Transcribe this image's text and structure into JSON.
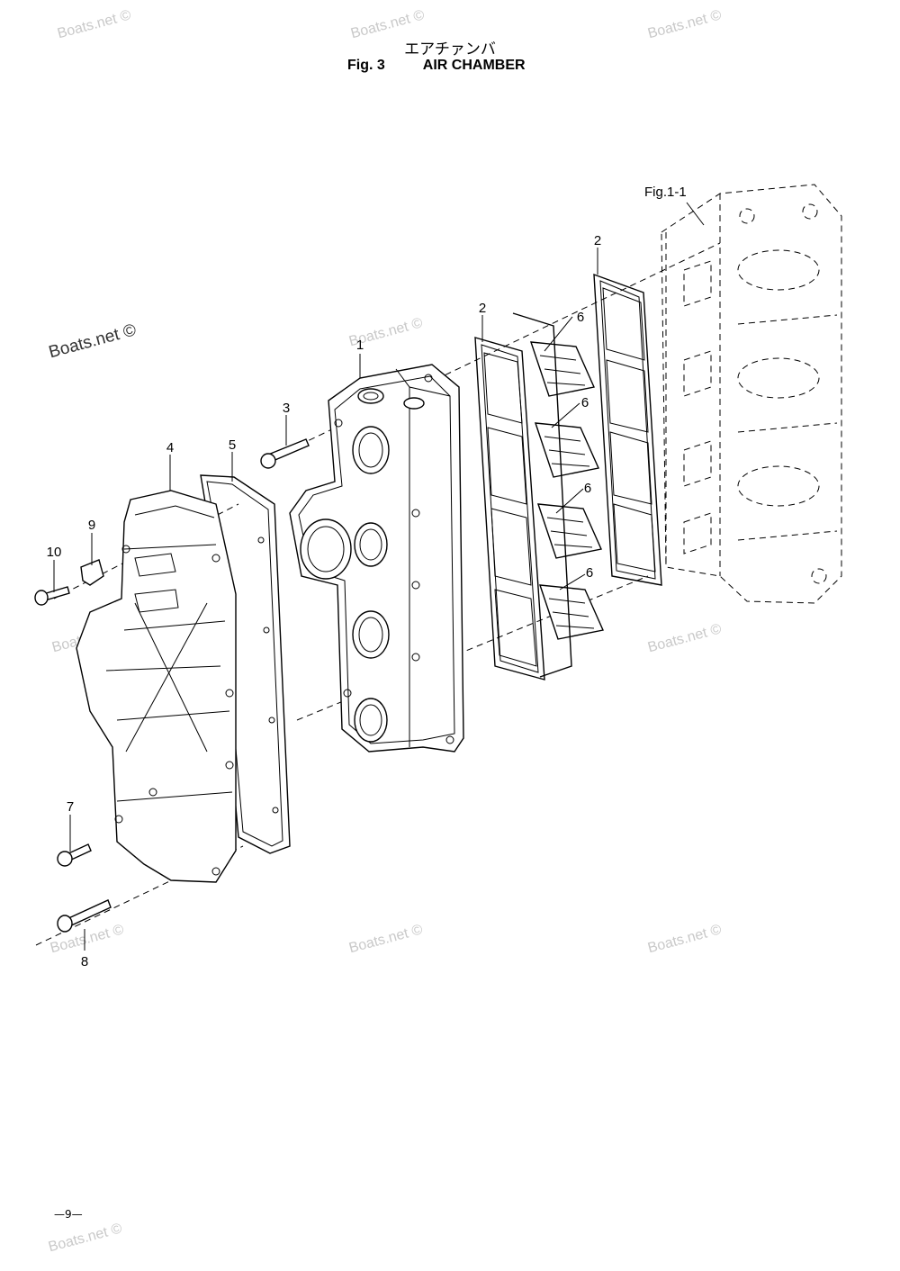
{
  "header": {
    "japanese_title": "エアチァンバ",
    "fig_label": "Fig. 3",
    "fig_title": "AIR CHAMBER"
  },
  "reference": {
    "label": "Fig.1-1"
  },
  "callouts": [
    {
      "id": "c1",
      "number": "1"
    },
    {
      "id": "c2a",
      "number": "2"
    },
    {
      "id": "c2b",
      "number": "2"
    },
    {
      "id": "c3",
      "number": "3"
    },
    {
      "id": "c4",
      "number": "4"
    },
    {
      "id": "c5",
      "number": "5"
    },
    {
      "id": "c6a",
      "number": "6"
    },
    {
      "id": "c6b",
      "number": "6"
    },
    {
      "id": "c6c",
      "number": "6"
    },
    {
      "id": "c6d",
      "number": "6"
    },
    {
      "id": "c7",
      "number": "7"
    },
    {
      "id": "c8",
      "number": "8"
    },
    {
      "id": "c9",
      "number": "9"
    },
    {
      "id": "c10",
      "number": "10"
    }
  ],
  "watermark": "Boats.net ©",
  "footer": {
    "page": "—9—"
  }
}
